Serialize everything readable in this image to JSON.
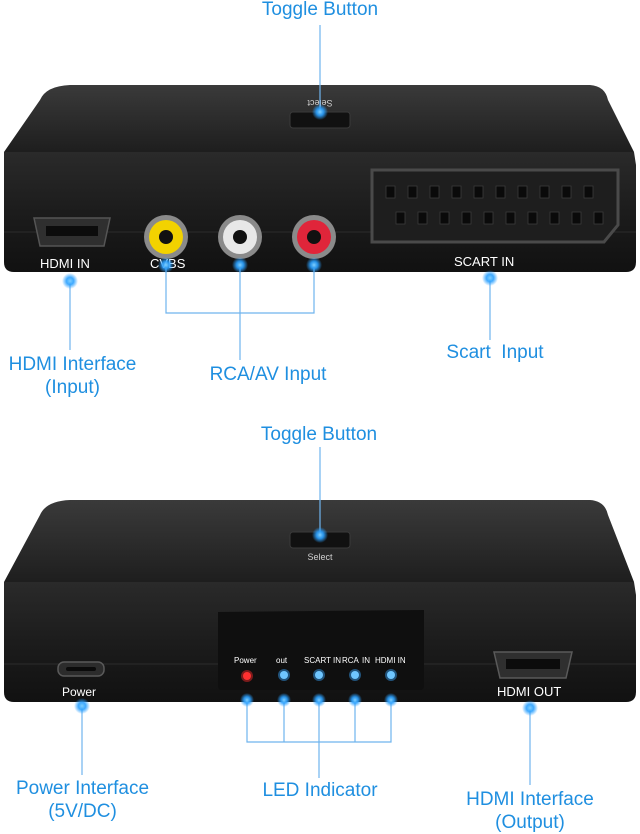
{
  "top_unit": {
    "button_label": "Select",
    "ports": {
      "hdmi_in": "HDMI IN",
      "cvbs": "CVBS",
      "scart_in": "SCART IN"
    }
  },
  "bottom_unit": {
    "button_label": "Select",
    "ports": {
      "power": "Power",
      "hdmi_out": "HDMI OUT"
    },
    "leds": [
      {
        "label": "Power",
        "color": "#ff2a2a"
      },
      {
        "label": "out",
        "color": "#37a6ff"
      },
      {
        "label": "SCART IN",
        "color": "#37a6ff"
      },
      {
        "label": "RCA",
        "color": "#37a6ff"
      },
      {
        "label": "IN",
        "color": ""
      },
      {
        "label": "HDMI IN",
        "color": "#37a6ff"
      }
    ]
  },
  "callouts": {
    "toggle_button_top": "Toggle Button",
    "hdmi_interface_input": "HDMI Interface\n(Input)",
    "rca_av_input": "RCA/AV Input",
    "scart_input": "Scart  Input",
    "toggle_button_bottom": "Toggle Button",
    "power_interface": "Power Interface\n(5V/DC)",
    "led_indicator": "LED Indicator",
    "hdmi_interface_output": "HDMI Interface\n(Output)"
  },
  "colors": {
    "accent": "#1f8fe0",
    "device_body": "#1b1b1b",
    "rca_yellow": "#f2d200",
    "rca_white": "#e8e8e8",
    "rca_red": "#e0253a"
  }
}
